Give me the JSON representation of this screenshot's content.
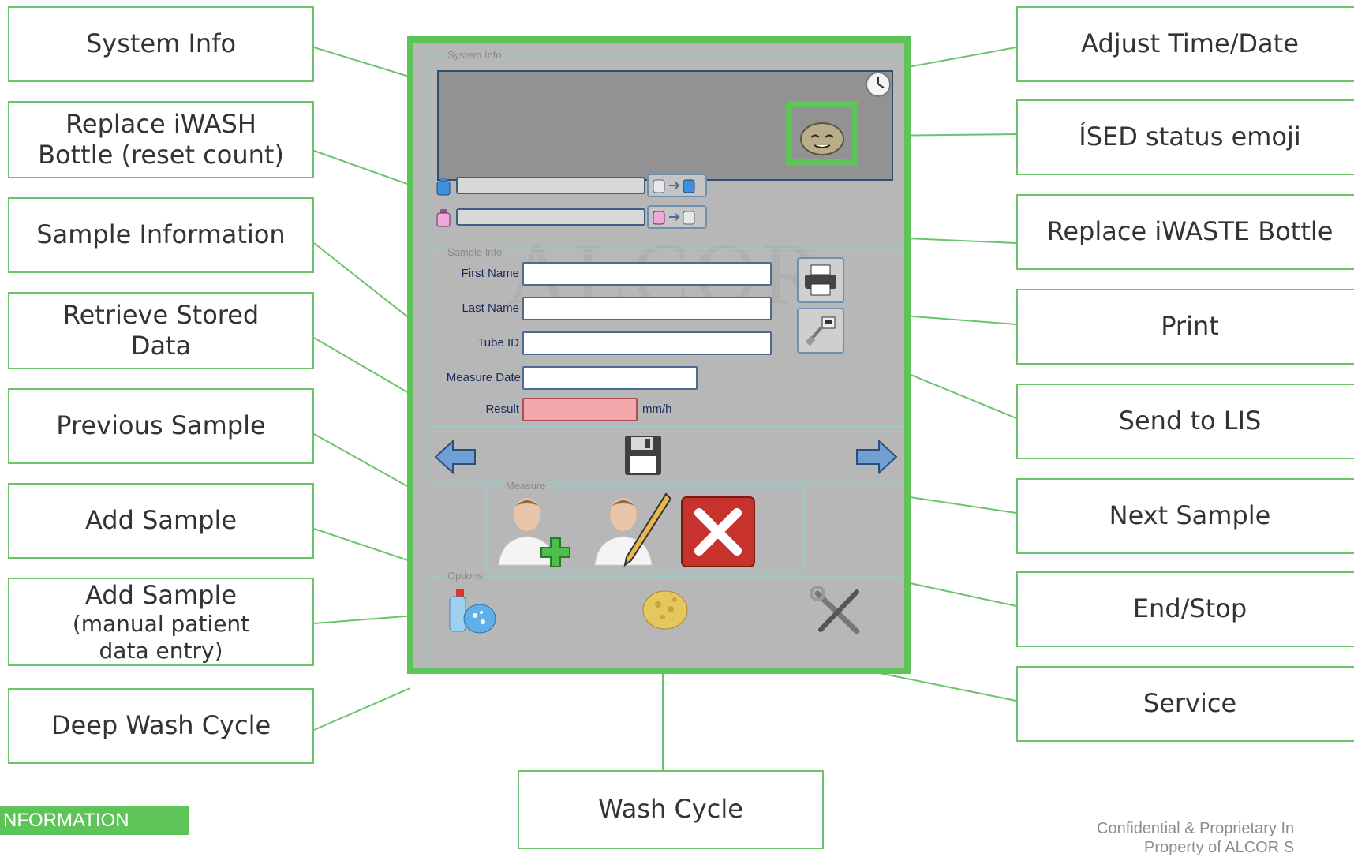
{
  "callouts_left": [
    {
      "id": "system-info",
      "text": "System Info"
    },
    {
      "id": "replace-iwash",
      "text": "Replace iWASH Bottle (reset count)"
    },
    {
      "id": "sample-information",
      "text": "Sample Information"
    },
    {
      "id": "retrieve-stored-data",
      "text": "Retrieve Stored Data"
    },
    {
      "id": "previous-sample",
      "text": "Previous Sample"
    },
    {
      "id": "add-sample",
      "text": "Add Sample"
    },
    {
      "id": "add-sample-manual-title",
      "text": "Add Sample"
    },
    {
      "id": "add-sample-manual-sub",
      "text": "(manual patient data entry)"
    },
    {
      "id": "deep-wash-cycle",
      "text": "Deep Wash Cycle"
    }
  ],
  "callouts_right": [
    {
      "id": "adjust-time-date",
      "text": "Adjust Time/Date"
    },
    {
      "id": "ised-status-emoji",
      "text": "ÍSED status emoji"
    },
    {
      "id": "replace-iwaste",
      "text": "Replace iWASTE Bottle"
    },
    {
      "id": "print",
      "text": "Print"
    },
    {
      "id": "send-to-lis",
      "text": "Send to LIS"
    },
    {
      "id": "next-sample",
      "text": "Next Sample"
    },
    {
      "id": "end-stop",
      "text": "End/Stop"
    },
    {
      "id": "service",
      "text": "Service"
    }
  ],
  "callout_bottom": {
    "text": "Wash Cycle"
  },
  "device": {
    "system_info_title": "System Info",
    "sample_info_title": "Sample Info",
    "measure_title": "Measure",
    "options_title": "Options",
    "fields": {
      "first_name": "First Name",
      "last_name": "Last Name",
      "tube_id": "Tube ID",
      "measure_date": "Measure Date",
      "result": "Result",
      "result_unit": "mm/h"
    },
    "watermark": "ALCOR"
  },
  "footer": {
    "left_text": "NFORMATION",
    "right_line1": "Confidential & Proprietary In",
    "right_line2": "Property of ALCOR S"
  },
  "colors": {
    "accent_green": "#5ec45a",
    "connector_green": "#6cc46a",
    "panel_gray": "#b7b7b7",
    "result_pink": "#f2a8ab"
  }
}
